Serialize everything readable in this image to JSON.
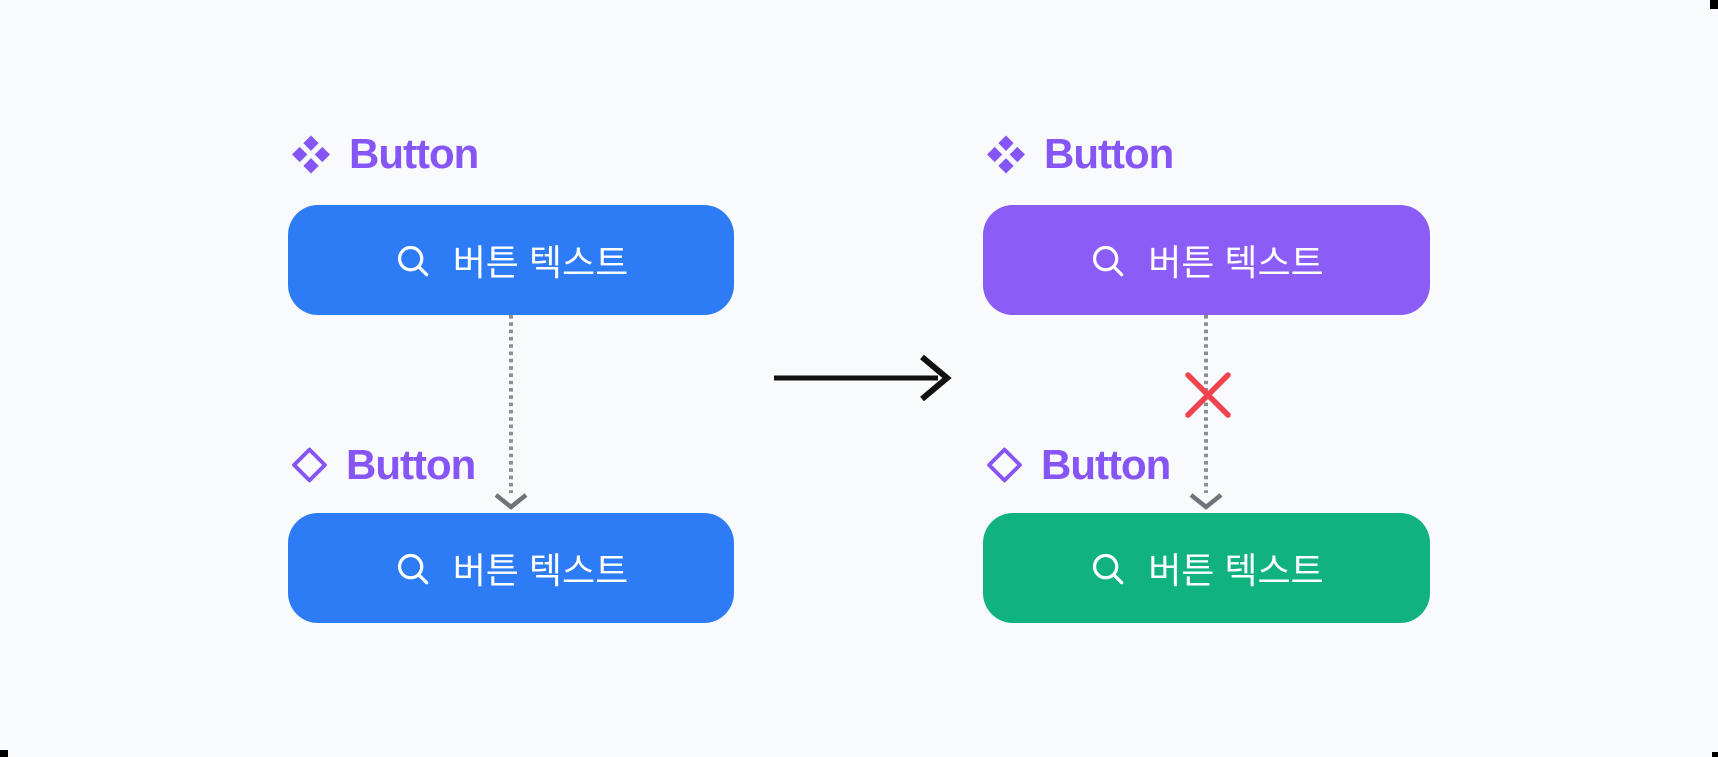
{
  "background": "#F8FAFC",
  "label_color": "#8655F5",
  "before_panel": {
    "component": {
      "label": "Button",
      "icon": "component-icon",
      "button": {
        "icon": "search-icon",
        "text": "버튼 텍스트",
        "bg": "#2E7CF5",
        "text_color": "#FFFFFF"
      }
    },
    "connector": {
      "style": "dotted-arrow-down",
      "line_color": "#8A8F96",
      "arrowhead_color": "#6F747B"
    },
    "instance": {
      "label": "Button",
      "icon": "instance-icon",
      "button": {
        "icon": "search-icon",
        "text": "버튼 텍스트",
        "bg": "#2E7CF5",
        "text_color": "#FFFFFF"
      }
    }
  },
  "transition": {
    "icon": "arrow-right-icon",
    "color": "#111111"
  },
  "after_panel": {
    "component": {
      "label": "Button",
      "icon": "component-icon",
      "button": {
        "icon": "search-icon",
        "text": "버튼 텍스트",
        "bg": "#8B5CF6",
        "text_color": "#FFFFFF"
      }
    },
    "connector": {
      "style": "dotted-arrow-down-blocked",
      "line_color": "#8A8F96",
      "arrowhead_color": "#6F747B",
      "blocked_icon": "x-icon",
      "blocked_color": "#EF4350"
    },
    "instance": {
      "label": "Button",
      "icon": "instance-icon",
      "button": {
        "icon": "search-icon",
        "text": "버튼 텍스트",
        "bg": "#10B380",
        "text_color": "#FFFFFF"
      }
    }
  }
}
